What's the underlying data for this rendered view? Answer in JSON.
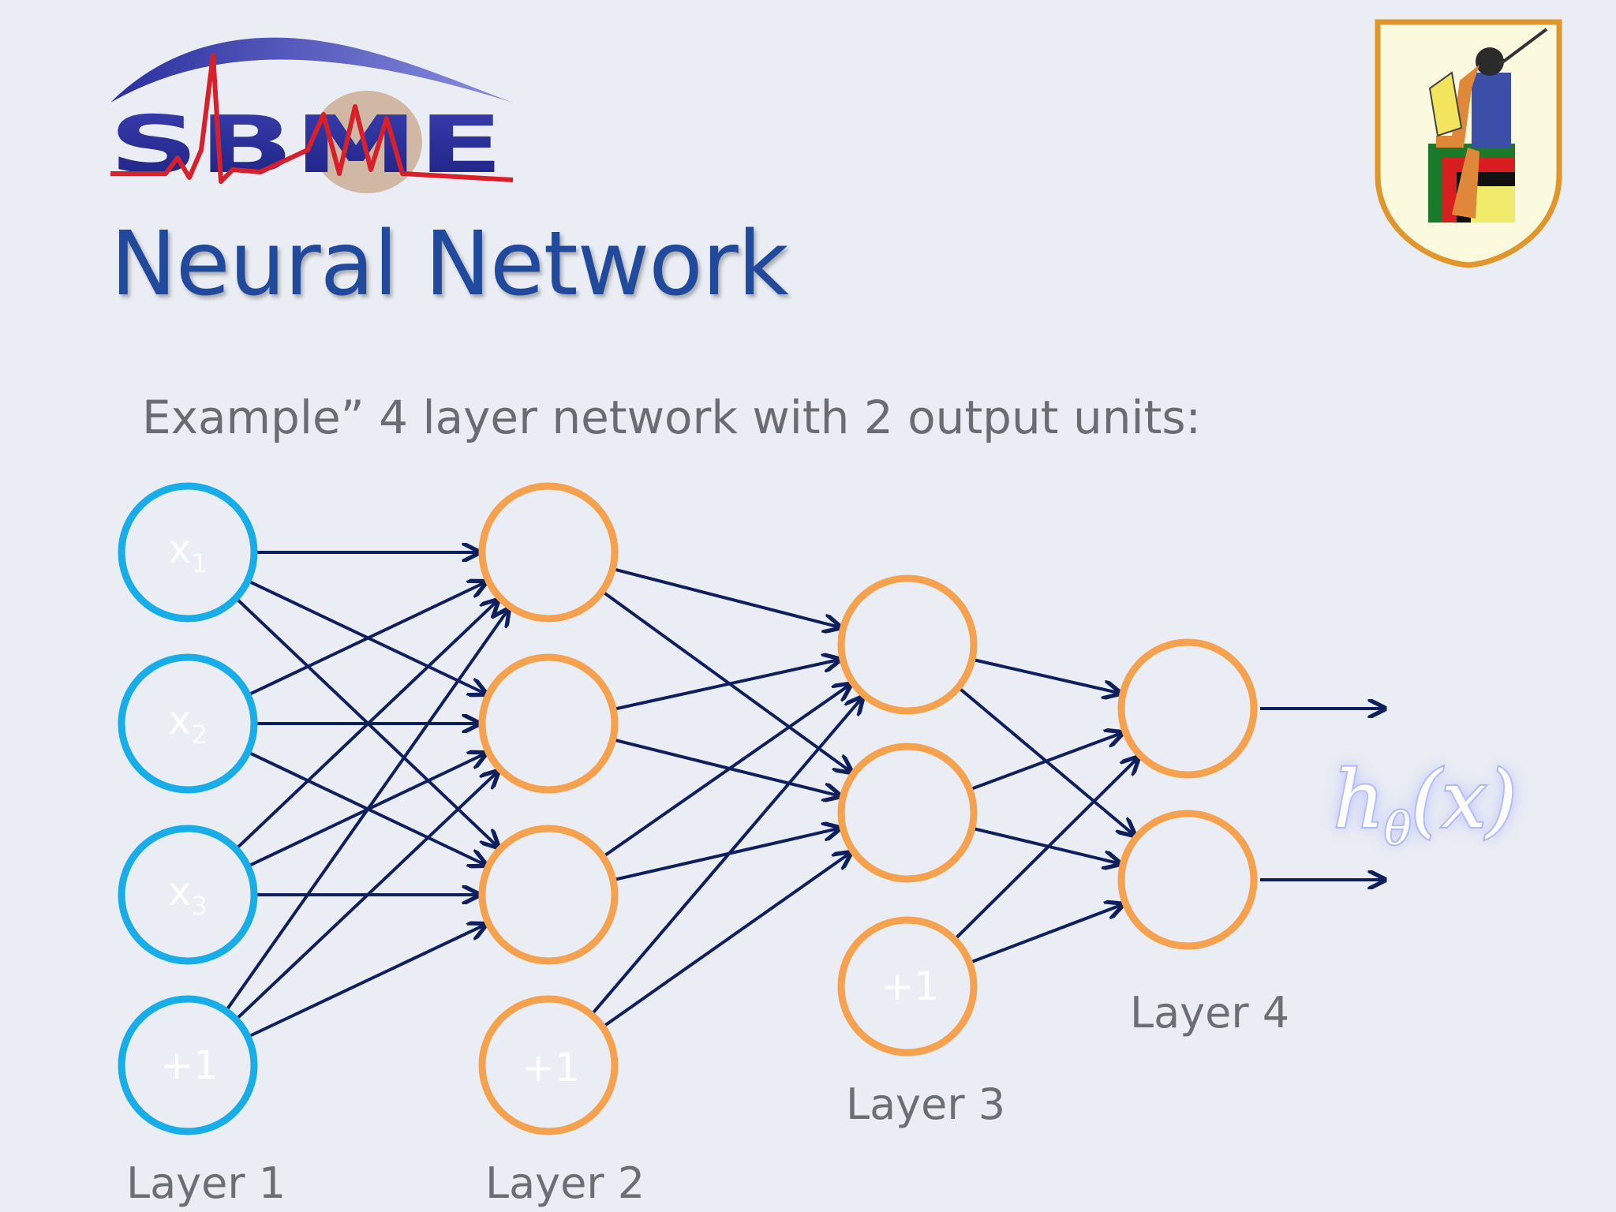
{
  "title": "Neural Network",
  "subtitle": "Example”  4 layer network with 2 output units:",
  "logo_text": "SBME",
  "colors": {
    "input": "#16ade8",
    "hidden": "#f5a14e",
    "edge": "#0e1f5e",
    "title": "#214a9c"
  },
  "layers": [
    {
      "label": "Layer 1",
      "nodes": [
        {
          "label": "x",
          "sub": "1"
        },
        {
          "label": "x",
          "sub": "2"
        },
        {
          "label": "x",
          "sub": "3"
        },
        {
          "label": "+1",
          "sub": ""
        }
      ]
    },
    {
      "label": "Layer 2",
      "nodes": [
        {
          "label": "",
          "sub": ""
        },
        {
          "label": "",
          "sub": ""
        },
        {
          "label": "",
          "sub": ""
        },
        {
          "label": "+1",
          "sub": ""
        }
      ]
    },
    {
      "label": "Layer 3",
      "nodes": [
        {
          "label": "",
          "sub": ""
        },
        {
          "label": "",
          "sub": ""
        },
        {
          "label": "+1",
          "sub": ""
        }
      ]
    },
    {
      "label": "Layer 4",
      "nodes": [
        {
          "label": "",
          "sub": ""
        },
        {
          "label": "",
          "sub": ""
        }
      ]
    }
  ],
  "output": {
    "main": "h",
    "sub": "θ",
    "arg": "(x)"
  }
}
